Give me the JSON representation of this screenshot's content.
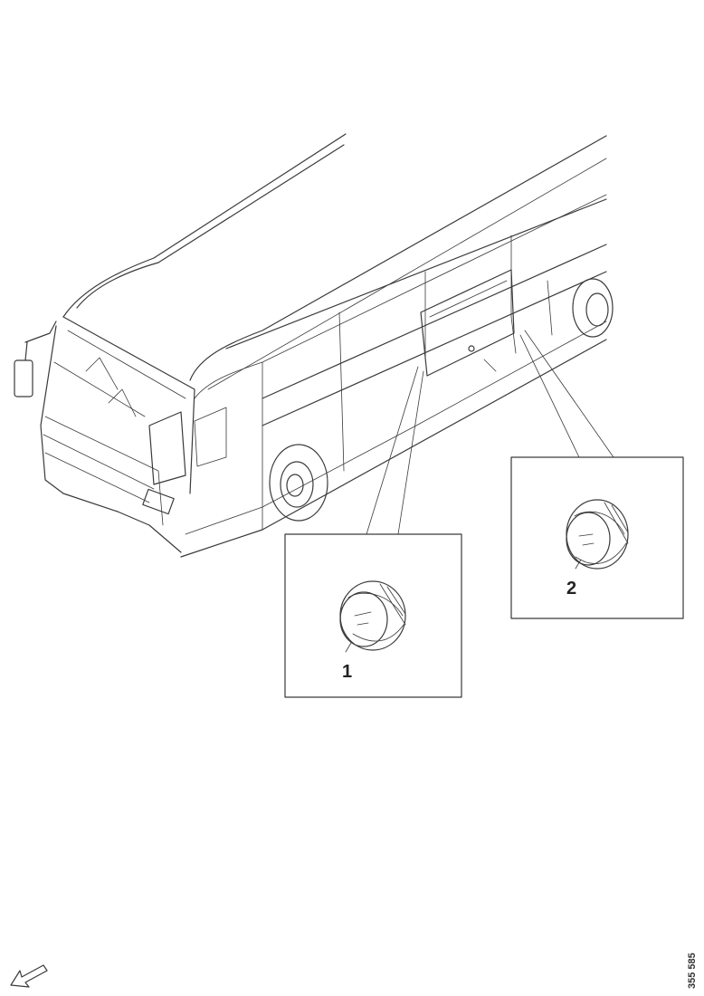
{
  "diagram": {
    "callouts": [
      {
        "number": "1"
      },
      {
        "number": "2"
      }
    ],
    "reference_code": "355 585",
    "icons": [
      "bus-icon",
      "wheel-nut-cap-icon",
      "arrow-icon"
    ],
    "colors": {
      "ink": "#3a3a3a",
      "background": "#ffffff"
    }
  }
}
